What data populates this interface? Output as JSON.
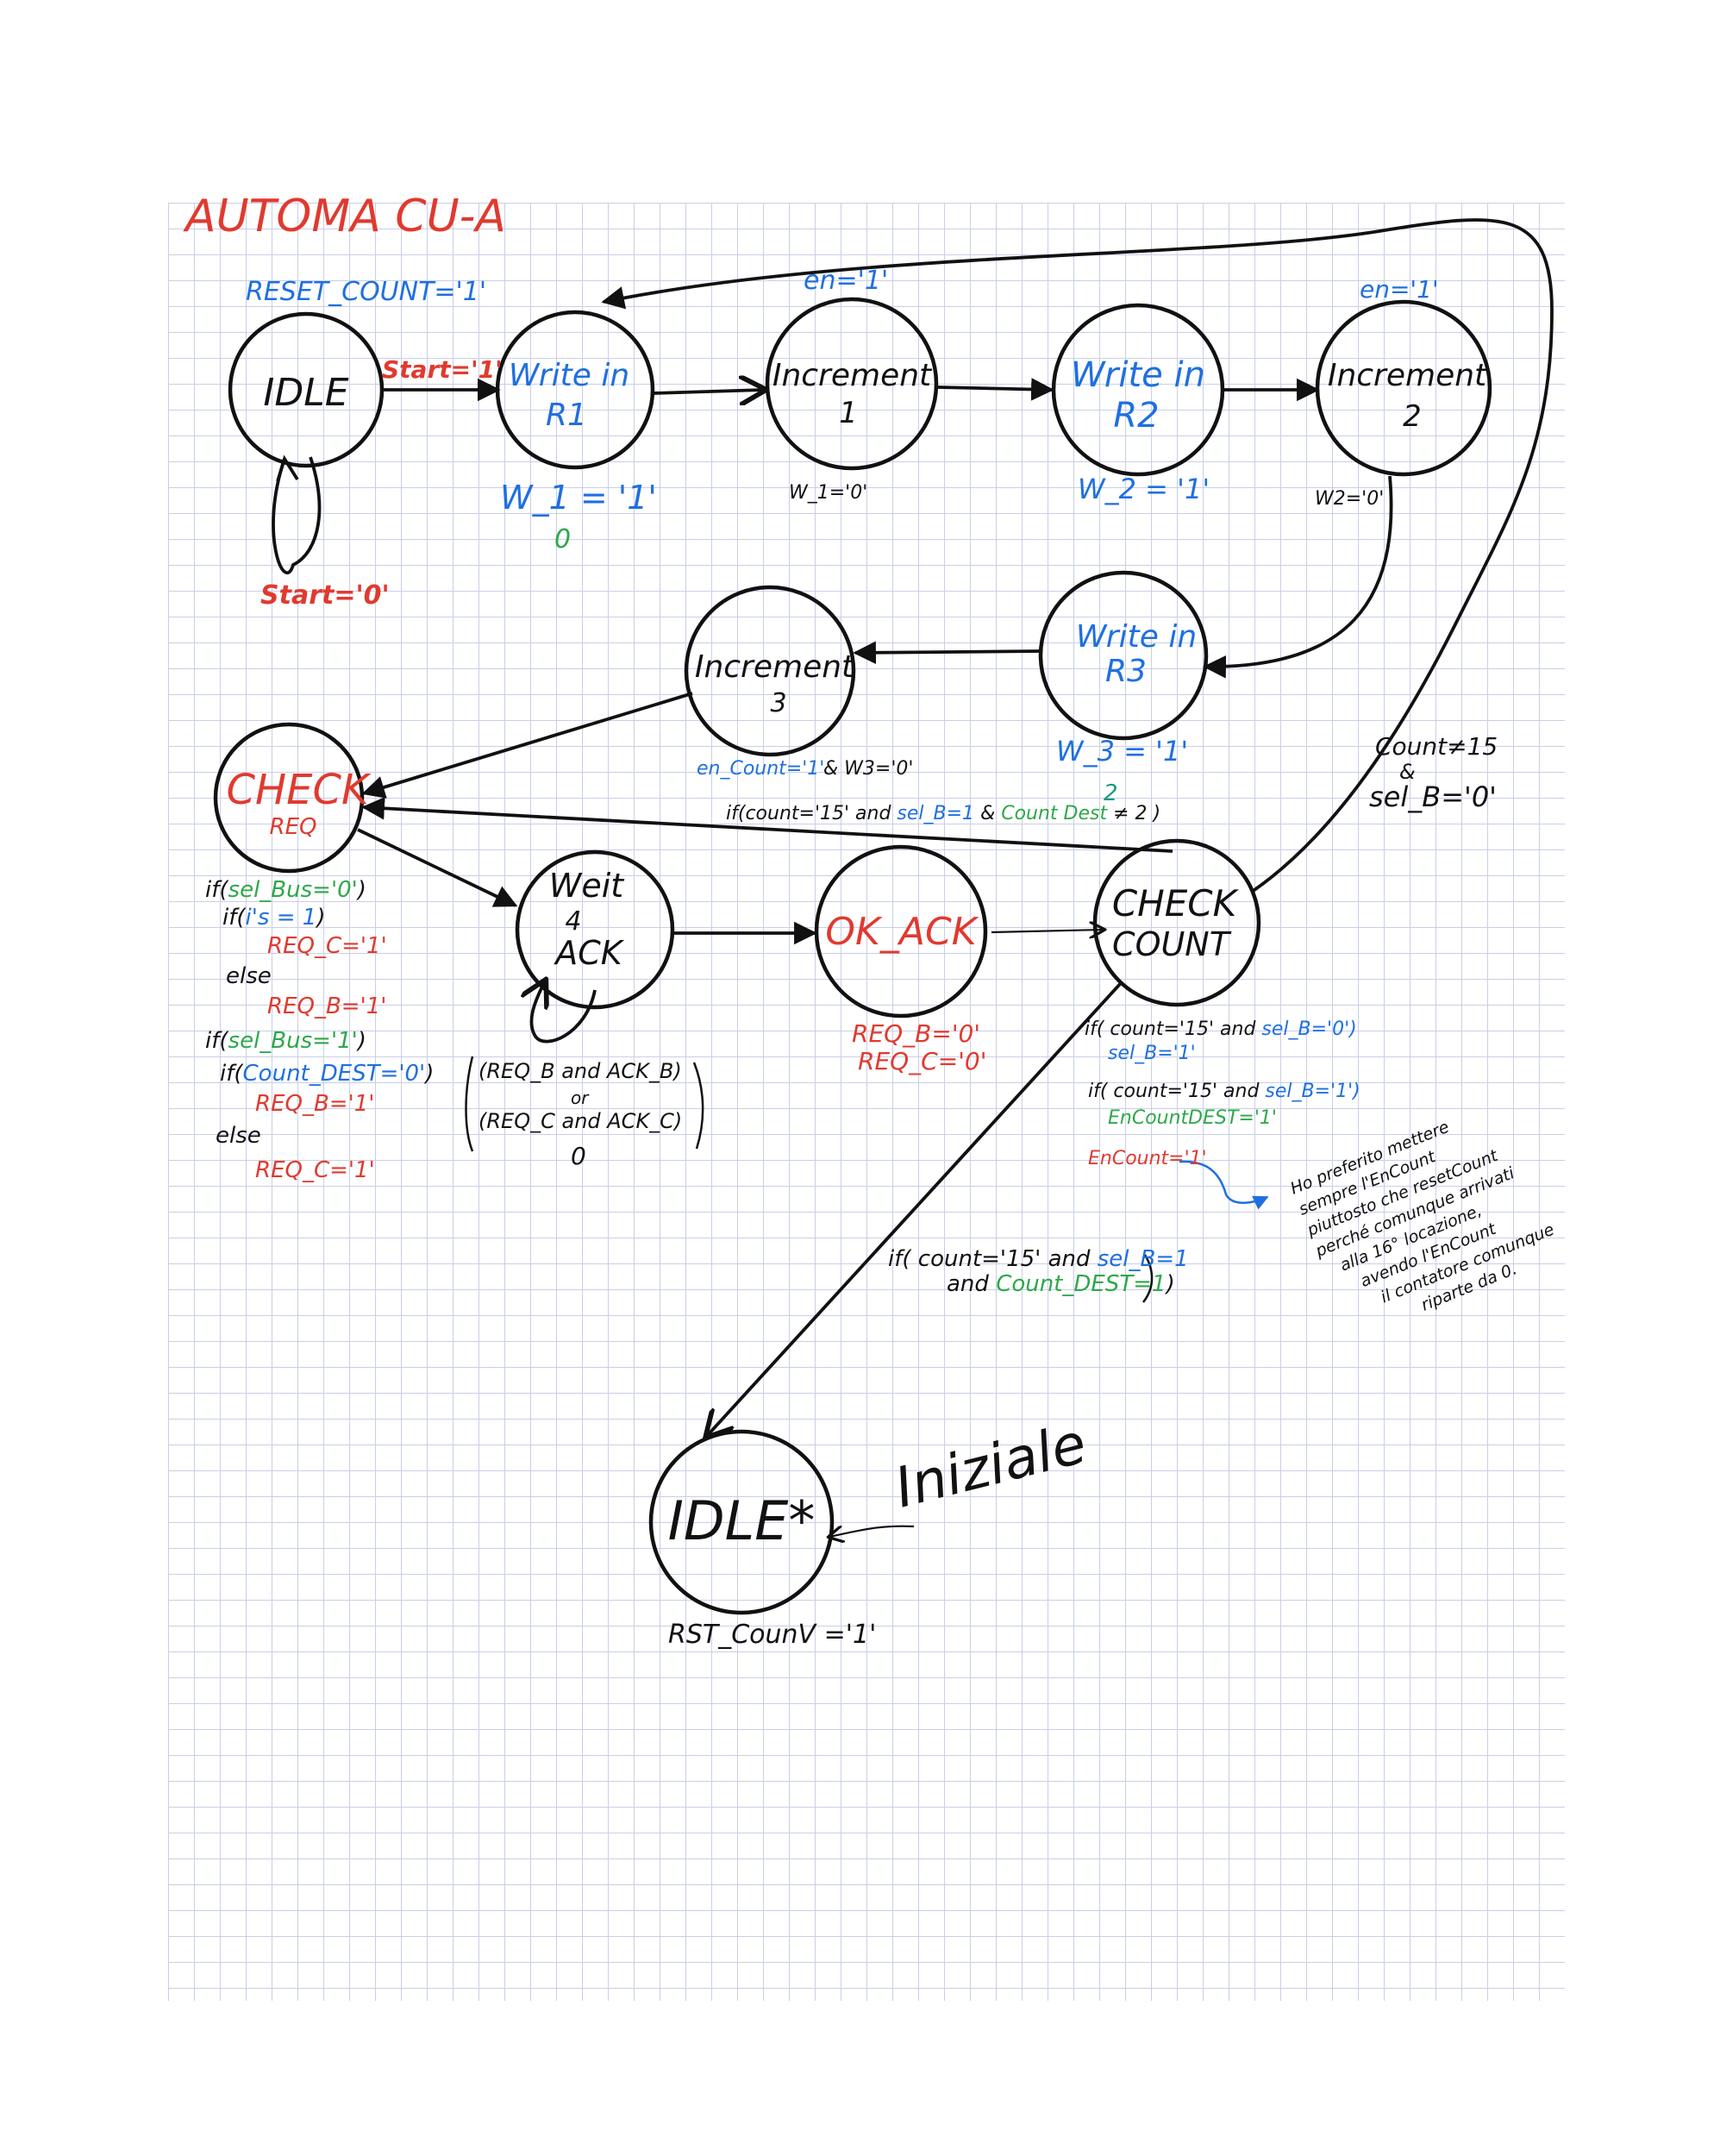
{
  "title": "AUTOMA CU-A",
  "colors": {
    "black": "#111111",
    "red": "#e03a2f",
    "blue": "#1f6fe0",
    "green": "#2ea84a",
    "teal": "#179a7a"
  },
  "states": {
    "idle": "IDLE",
    "write1": [
      "Write in",
      "R1"
    ],
    "inc1": [
      "Increment",
      "1"
    ],
    "write2": [
      "Write in",
      "R2"
    ],
    "inc2": [
      "Increment",
      "2"
    ],
    "write3": [
      "Write in",
      "R3"
    ],
    "inc3": [
      "Increment",
      "3"
    ],
    "check_req": [
      "CHECK",
      "REQ"
    ],
    "wait_ack": [
      "Weit",
      "4",
      "ACK"
    ],
    "ok_ack": "OK_ACK",
    "check_count": [
      "CHECK",
      "COUNT"
    ],
    "idle_star": "IDLE*"
  },
  "labels": {
    "reset_count": "RESET_COUNT='1'",
    "start1": "Start='1'",
    "start0": "Start='0'",
    "en1_top": "en='1'",
    "en1_top2": "en='1'",
    "w1": "W_1 = '1'",
    "w1_num": "0",
    "w1_0": "W_1='0'",
    "w2": "W_2 = '1'",
    "w2_0": "W2='0'",
    "w3": "W_3 = '1'",
    "w3_num": "2",
    "en_count": "en_Count='1'",
    "w3_0": "& W3='0'",
    "cond_back_a": "if(count='15' and ",
    "cond_back_b": "sel_B=1",
    "cond_back_c": " & ",
    "cond_back_d": "Count Dest",
    "cond_back_e": " ≠ 2 )",
    "loop_cond": [
      "Count≠15",
      "&",
      "sel_B='0'"
    ],
    "req_rules": {
      "l1a": "if(",
      "l1b": "sel_Bus='0'",
      "l1c": ")",
      "l2a": "if(",
      "l2b": "i's = 1",
      "l2c": ")",
      "l3": "REQ_C='1'",
      "l4": "else",
      "l5": "REQ_B='1'",
      "l6a": "if(",
      "l6b": "sel_Bus='1'",
      "l6c": ")",
      "l7a": "if(",
      "l7b": "Count_DEST='0'",
      "l7c": ")",
      "l8": "REQ_B='1'",
      "l9": "else",
      "l10": "REQ_C='1'"
    },
    "ack_cond": [
      "(REQ_B and ACK_B)",
      "or",
      "(REQ_C and ACK_C)",
      "0"
    ],
    "ok_out": [
      "REQ_B='0'",
      "REQ_C='0'"
    ],
    "cc_rules": {
      "r1a": "if( count='15' and ",
      "r1b": "sel_B='0')",
      "r2": "sel_B='1'",
      "r3a": "if( count='15' and ",
      "r3b": "sel_B='1')",
      "r4": "EnCountDEST='1'",
      "r5": "EnCount='1'"
    },
    "note": [
      "Ho preferito mettere",
      "sempre l'EnCount",
      "piuttosto che resetCount",
      "perché comunque arrivati",
      "alla 16° locazione,",
      "avendo l'EnCount",
      "il contatore comunque",
      "riparte da 0."
    ],
    "final_cond": {
      "a": "if( count='15' and ",
      "b": "sel_B=1",
      "c": "and ",
      "d": "Count_DEST=1",
      "e": ")"
    },
    "rst_count": "RST_CounV ='1'",
    "iniziale": "Iniziale"
  }
}
